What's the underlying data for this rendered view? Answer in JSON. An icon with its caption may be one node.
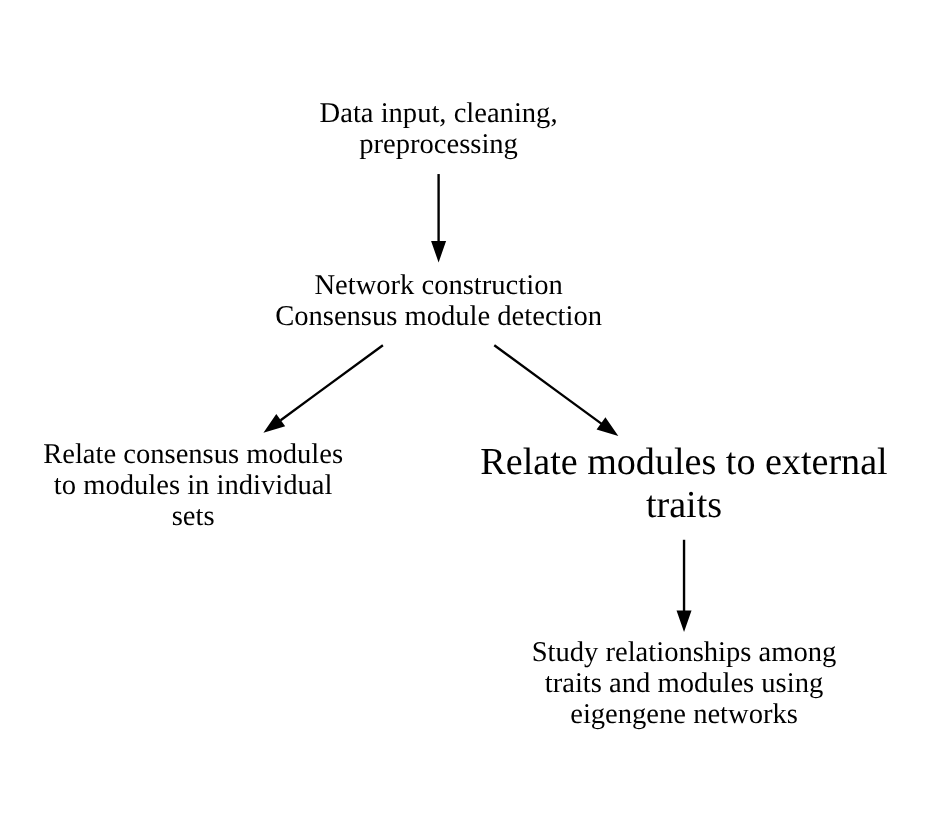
{
  "diagram": {
    "nodes": [
      {
        "text": [
          "Data input, cleaning, preprocessing"
        ]
      },
      {
        "text": [
          "Network construction",
          "Consensus module detection"
        ]
      },
      {
        "text": [
          "Relate consensus modules to modules in individual sets"
        ]
      },
      {
        "text": [
          "Relate modules to external traits"
        ]
      },
      {
        "text": [
          "Study relationships among traits and modules using eigengene networks"
        ]
      }
    ],
    "edges": [
      {
        "from": 0,
        "to": 1,
        "arrow": "to"
      },
      {
        "from": 1,
        "to": 2,
        "arrow": "to"
      },
      {
        "from": 1,
        "to": 3,
        "arrow": "to"
      },
      {
        "from": 3,
        "to": 4,
        "arrow": "to"
      }
    ]
  }
}
